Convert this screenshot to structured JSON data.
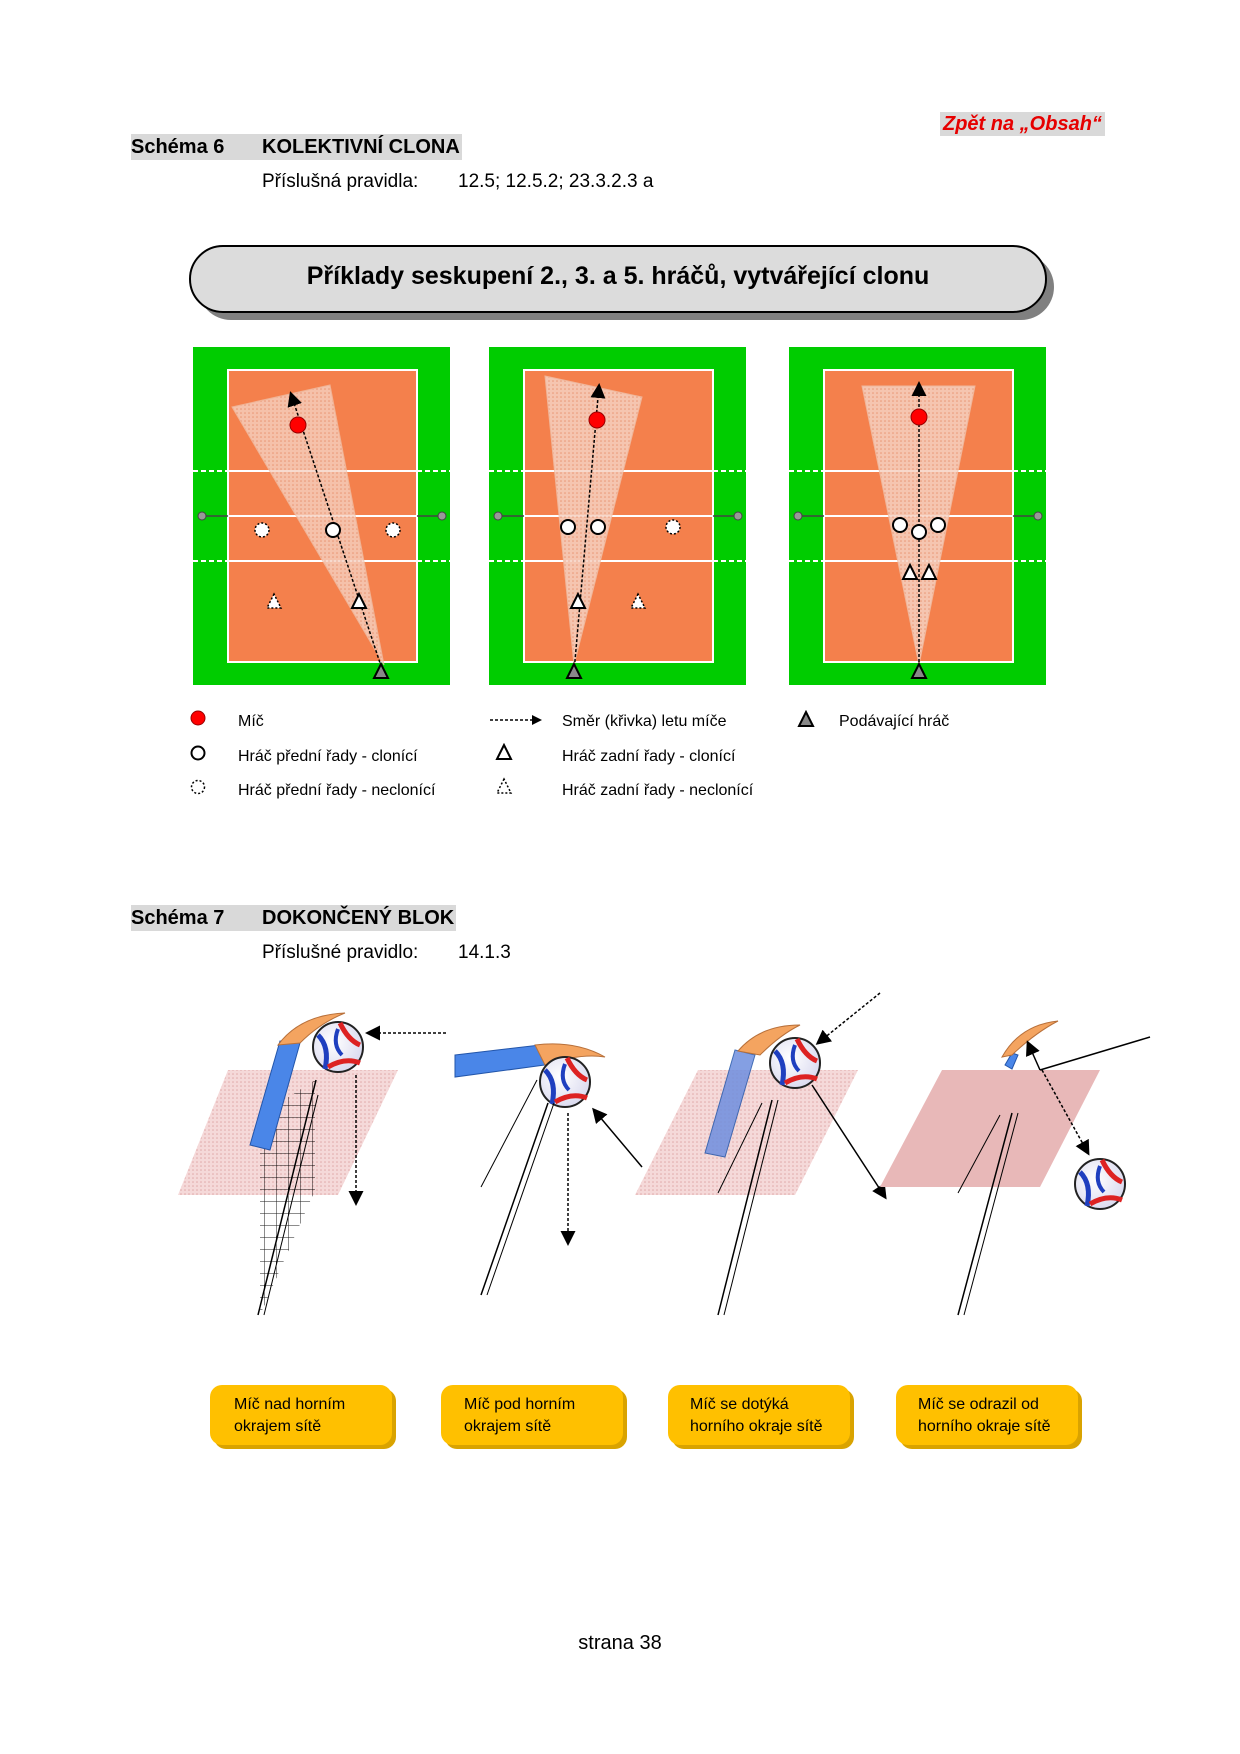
{
  "back_link": "Zpět na „Obsah“",
  "schema6": {
    "number": "Schéma 6",
    "title": "KOLEKTIVNÍ CLONA",
    "rules_label": "Příslušná pravidla:",
    "rules_value": "12.5; 12.5.2; 23.3.2.3 a",
    "banner": "Příklady seskupení 2., 3. a 5. hráčů, vytvářející clonu",
    "legend": {
      "ball": "Míč",
      "front_screening": "Hráč přední řady - clonící",
      "front_non_screening": "Hráč přední řady - neclonící",
      "ball_path": "Směr (křivka) letu míče",
      "back_screening": "Hráč zadní řady - clonící",
      "back_non_screening": "Hráč zadní řady - neclonící",
      "server": "Podávající hráč"
    },
    "colors": {
      "court": "#f4804c",
      "surround": "#00cc00",
      "ball": "#ff0000",
      "cone": "#f3c9b6"
    }
  },
  "schema7": {
    "number": "Schéma 7",
    "title": "DOKONČENÝ BLOK",
    "rules_label": "Příslušné pravidlo:",
    "rules_value": "14.1.3",
    "captions": [
      {
        "line1": "Míč nad horním",
        "line2": "okrajem sítě"
      },
      {
        "line1": "Míč pod horním",
        "line2": "okrajem sítě"
      },
      {
        "line1": "Míč se dotýká",
        "line2": "horního okraje sítě"
      },
      {
        "line1": "Míč se odrazil od",
        "line2": "horního okraje sítě"
      }
    ],
    "colors": {
      "caption_box": "#ffc000",
      "plane": "#f2c6c6",
      "arm": "#4a86e8",
      "hand": "#f4a460"
    }
  },
  "page_number": "strana 38"
}
